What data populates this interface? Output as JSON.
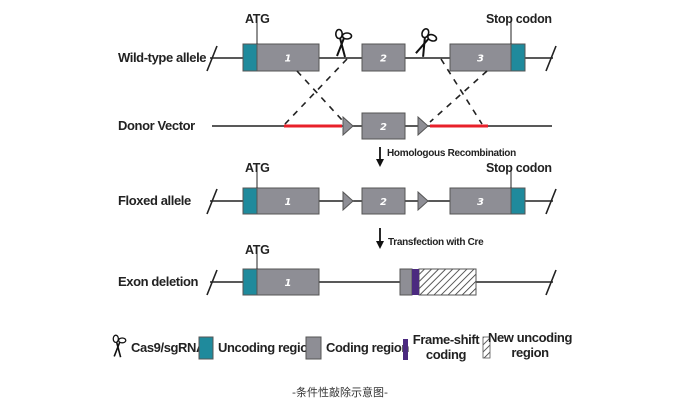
{
  "colors": {
    "uncoding": "#1f8a9c",
    "coding": "#8e8e95",
    "coding_stroke": "#555555",
    "homology_arm": "#e8202a",
    "frameshift": "#4b2a7f",
    "line": "#222222"
  },
  "rows": [
    {
      "id": "wild-type",
      "label": "Wild-type allele"
    },
    {
      "id": "donor",
      "label": "Donor Vector"
    },
    {
      "id": "floxed",
      "label": "Floxed allele"
    },
    {
      "id": "deletion",
      "label": "Exon deletion"
    }
  ],
  "markers": {
    "start": "ATG",
    "stop": "Stop codon"
  },
  "exons": {
    "e1": "1",
    "e2": "2",
    "e3": "3"
  },
  "steps": {
    "recombination": "Homologous Recombination",
    "cre": "Transfection with Cre"
  },
  "legend": {
    "cas9": {
      "icon": "scissors-icon",
      "label": "Cas9/sgRNA"
    },
    "uncoding": {
      "label": "Uncoding region"
    },
    "coding": {
      "label": "Coding region"
    },
    "frameshift": {
      "label_line1": "Frame-shift",
      "label_line2": "coding"
    },
    "new_uncoding": {
      "label_line1": "New uncoding",
      "label_line2": "region"
    }
  },
  "caption": "-条件性敲除示意图-"
}
